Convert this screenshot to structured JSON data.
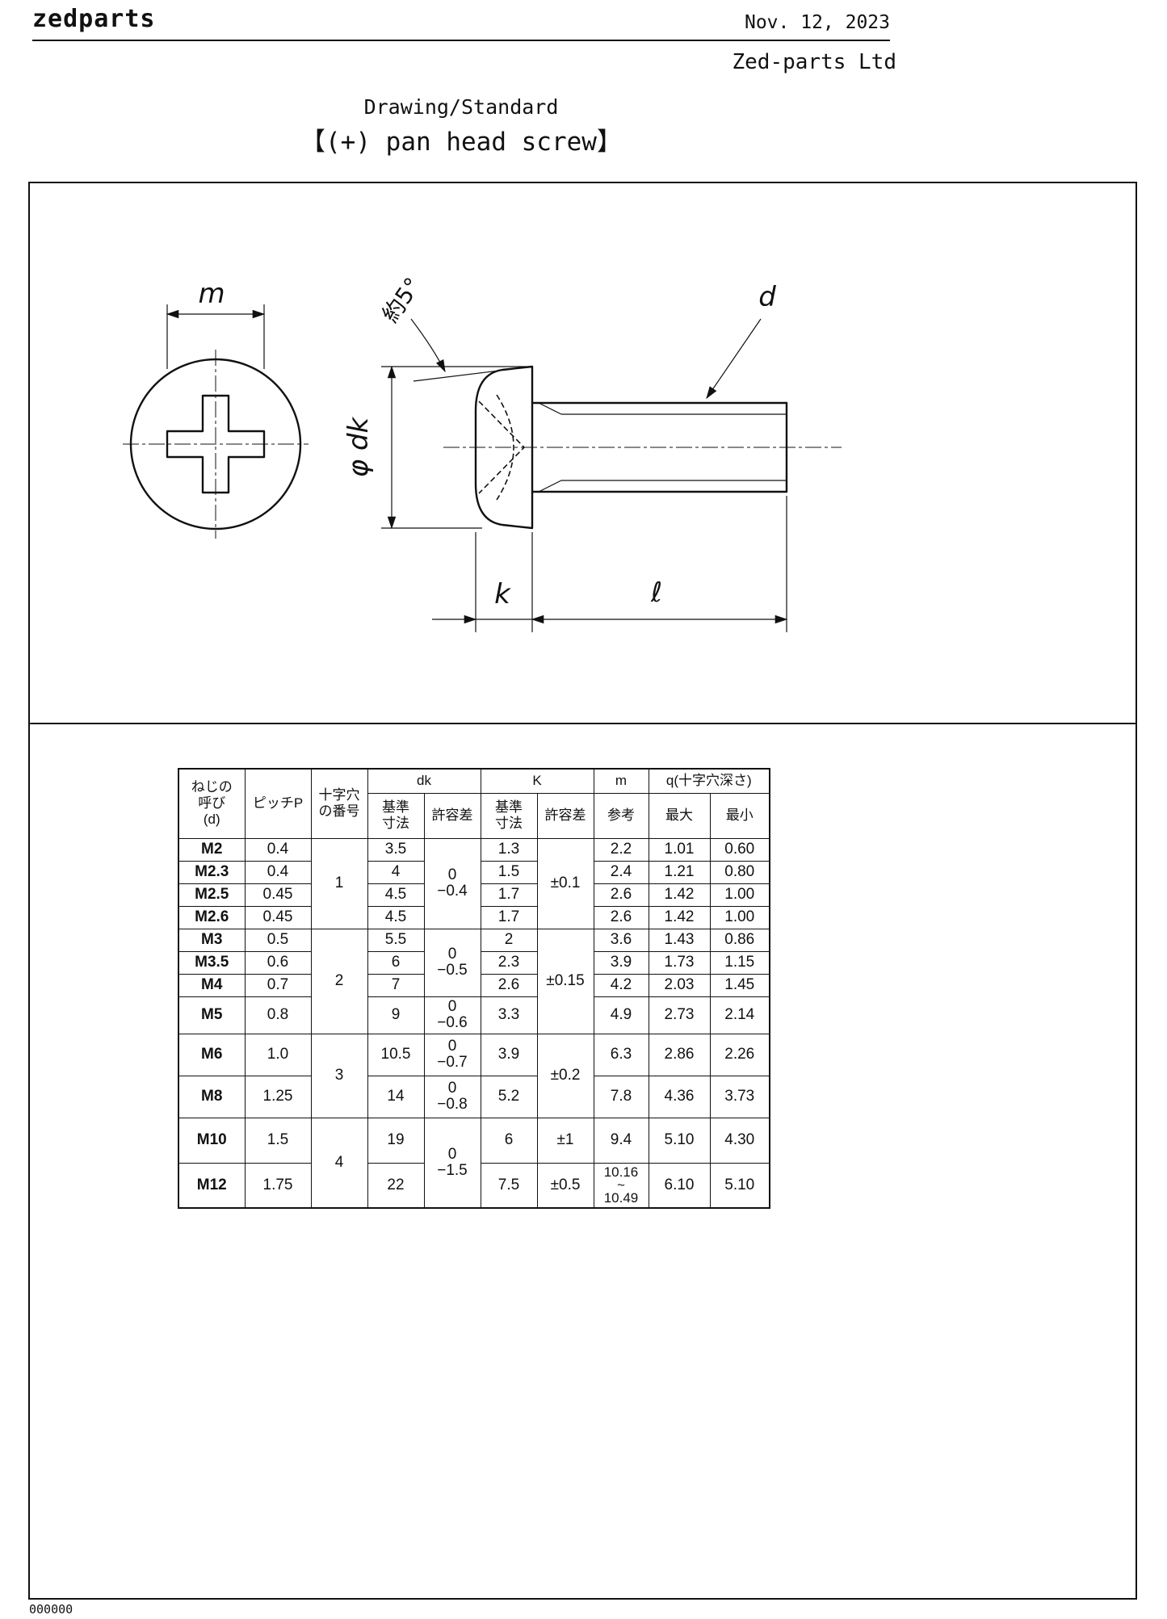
{
  "page": {
    "brand": "zedparts",
    "date": "Nov. 12, 2023",
    "company": "Zed-parts Ltd",
    "doc_type": "Drawing/Standard",
    "title": "【(+) pan head screw】",
    "footer_code": "000000"
  },
  "drawing": {
    "labels": {
      "m": "m",
      "angle": "約5°",
      "dk": "φ dk",
      "d": "d",
      "k": "k",
      "length": "ℓ"
    }
  },
  "table": {
    "headers": {
      "screw": "ねじの\n呼び\n(d)",
      "pitch": "ピッチP",
      "recess": "十字穴\nの番号",
      "dk": "dk",
      "k_group": "K",
      "m_group": "m",
      "q_group": "q(十字穴深さ)",
      "basic": "基準\n寸法",
      "tolerance": "許容差",
      "reference": "参考",
      "max": "最大",
      "min": "最小"
    },
    "rows": [
      {
        "name": "M2",
        "pitch": "0.4",
        "recess": "1",
        "dk_basic": "3.5",
        "dk_tol": "0\n−0.4",
        "k_basic": "1.3",
        "k_tol": "±0.1",
        "m_ref": "2.2",
        "q_max": "1.01",
        "q_min": "0.60"
      },
      {
        "name": "M2.3",
        "pitch": "0.4",
        "dk_basic": "4",
        "k_basic": "1.5",
        "m_ref": "2.4",
        "q_max": "1.21",
        "q_min": "0.80"
      },
      {
        "name": "M2.5",
        "pitch": "0.45",
        "dk_basic": "4.5",
        "k_basic": "1.7",
        "m_ref": "2.6",
        "q_max": "1.42",
        "q_min": "1.00"
      },
      {
        "name": "M2.6",
        "pitch": "0.45",
        "dk_basic": "4.5",
        "k_basic": "1.7",
        "m_ref": "2.6",
        "q_max": "1.42",
        "q_min": "1.00"
      },
      {
        "name": "M3",
        "pitch": "0.5",
        "recess": "2",
        "dk_basic": "5.5",
        "dk_tol": "0\n−0.5",
        "k_basic": "2",
        "k_tol": "±0.15",
        "m_ref": "3.6",
        "q_max": "1.43",
        "q_min": "0.86"
      },
      {
        "name": "M3.5",
        "pitch": "0.6",
        "dk_basic": "6",
        "k_basic": "2.3",
        "m_ref": "3.9",
        "q_max": "1.73",
        "q_min": "1.15"
      },
      {
        "name": "M4",
        "pitch": "0.7",
        "dk_basic": "7",
        "k_basic": "2.6",
        "m_ref": "4.2",
        "q_max": "2.03",
        "q_min": "1.45"
      },
      {
        "name": "M5",
        "pitch": "0.8",
        "dk_basic": "9",
        "dk_tol": "0\n−0.6",
        "k_basic": "3.3",
        "m_ref": "4.9",
        "q_max": "2.73",
        "q_min": "2.14"
      },
      {
        "name": "M6",
        "pitch": "1.0",
        "recess": "3",
        "dk_basic": "10.5",
        "dk_tol": "0\n−0.7",
        "k_basic": "3.9",
        "k_tol": "±0.2",
        "m_ref": "6.3",
        "q_max": "2.86",
        "q_min": "2.26"
      },
      {
        "name": "M8",
        "pitch": "1.25",
        "dk_basic": "14",
        "dk_tol": "0\n−0.8",
        "k_basic": "5.2",
        "m_ref": "7.8",
        "q_max": "4.36",
        "q_min": "3.73"
      },
      {
        "name": "M10",
        "pitch": "1.5",
        "recess": "4",
        "dk_basic": "19",
        "dk_tol": "0\n−1.5",
        "k_basic": "6",
        "k_tol": "±1",
        "m_ref": "9.4",
        "q_max": "5.10",
        "q_min": "4.30"
      },
      {
        "name": "M12",
        "pitch": "1.75",
        "dk_basic": "22",
        "k_basic": "7.5",
        "k_tol": "±0.5",
        "m_ref": "10.16\n~\n10.49",
        "q_max": "6.10",
        "q_min": "5.10"
      }
    ]
  }
}
